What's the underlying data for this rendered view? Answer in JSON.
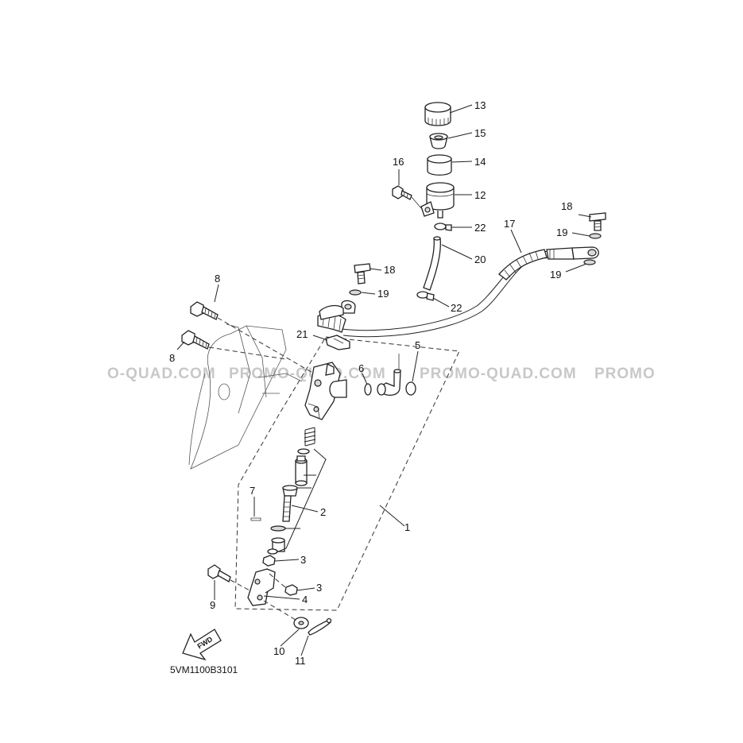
{
  "diagram_code": "5VM1100B3101",
  "watermark": {
    "texts": [
      "O-QUAD.COM",
      "PROMO-QUAD.COM",
      "PROMO-QUAD.COM",
      "PROMO"
    ],
    "color": "#c8c8c8"
  },
  "fwd_label": "FWD",
  "callouts": [
    {
      "id": "c13",
      "label": "13"
    },
    {
      "id": "c15",
      "label": "15"
    },
    {
      "id": "c14",
      "label": "14"
    },
    {
      "id": "c16",
      "label": "16"
    },
    {
      "id": "c12",
      "label": "12"
    },
    {
      "id": "c22a",
      "label": "22"
    },
    {
      "id": "c20",
      "label": "20"
    },
    {
      "id": "c17",
      "label": "17"
    },
    {
      "id": "c18a",
      "label": "18"
    },
    {
      "id": "c19a",
      "label": "19"
    },
    {
      "id": "c19b",
      "label": "19"
    },
    {
      "id": "c18b",
      "label": "18"
    },
    {
      "id": "c19c",
      "label": "19"
    },
    {
      "id": "c22b",
      "label": "22"
    },
    {
      "id": "c8a",
      "label": "8"
    },
    {
      "id": "c8b",
      "label": "8"
    },
    {
      "id": "c21",
      "label": "21"
    },
    {
      "id": "c6",
      "label": "6"
    },
    {
      "id": "c5",
      "label": "5"
    },
    {
      "id": "c7",
      "label": "7"
    },
    {
      "id": "c2",
      "label": "2"
    },
    {
      "id": "c1",
      "label": "1"
    },
    {
      "id": "c3a",
      "label": "3"
    },
    {
      "id": "c3b",
      "label": "3"
    },
    {
      "id": "c4",
      "label": "4"
    },
    {
      "id": "c9",
      "label": "9"
    },
    {
      "id": "c10",
      "label": "10"
    },
    {
      "id": "c11",
      "label": "11"
    }
  ]
}
